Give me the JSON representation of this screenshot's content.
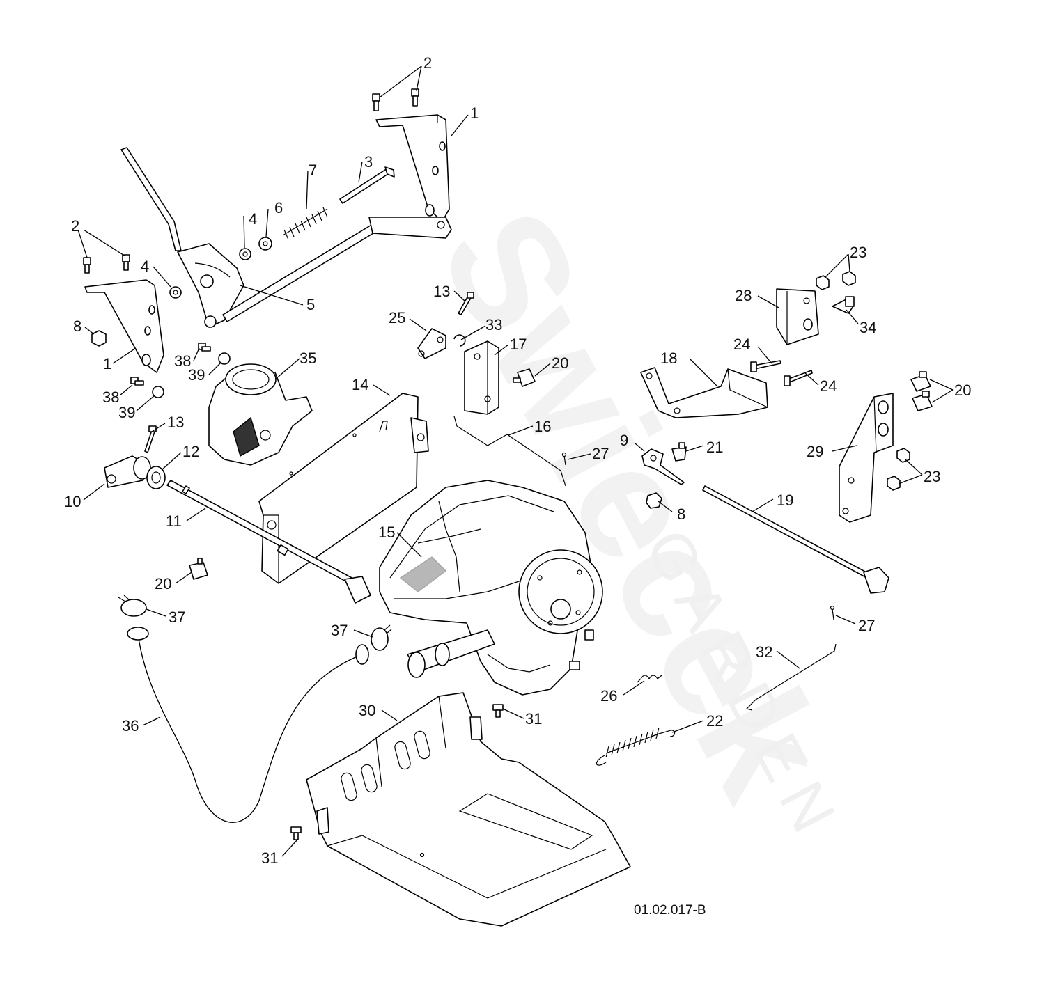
{
  "watermark": {
    "brand": "Swiecek",
    "sub": "GARDEN"
  },
  "drawing_code": "01.02.017-B",
  "callouts": [
    {
      "id": "c2a",
      "label": "2"
    },
    {
      "id": "c1a",
      "label": "1"
    },
    {
      "id": "c3",
      "label": "3"
    },
    {
      "id": "c7",
      "label": "7"
    },
    {
      "id": "c6",
      "label": "6"
    },
    {
      "id": "c4a",
      "label": "4"
    },
    {
      "id": "c2b",
      "label": "2"
    },
    {
      "id": "c4b",
      "label": "4"
    },
    {
      "id": "c5",
      "label": "5"
    },
    {
      "id": "c8a",
      "label": "8"
    },
    {
      "id": "c1b",
      "label": "1"
    },
    {
      "id": "c38a",
      "label": "38"
    },
    {
      "id": "c39a",
      "label": "39"
    },
    {
      "id": "c35",
      "label": "35"
    },
    {
      "id": "c38b",
      "label": "38"
    },
    {
      "id": "c39b",
      "label": "39"
    },
    {
      "id": "c13a",
      "label": "13"
    },
    {
      "id": "c12",
      "label": "12"
    },
    {
      "id": "c10",
      "label": "10"
    },
    {
      "id": "c11",
      "label": "11"
    },
    {
      "id": "c14",
      "label": "14"
    },
    {
      "id": "c13b",
      "label": "13"
    },
    {
      "id": "c25",
      "label": "25"
    },
    {
      "id": "c33",
      "label": "33"
    },
    {
      "id": "c17",
      "label": "17"
    },
    {
      "id": "c20a",
      "label": "20"
    },
    {
      "id": "c16",
      "label": "16"
    },
    {
      "id": "c27a",
      "label": "27"
    },
    {
      "id": "c15",
      "label": "15"
    },
    {
      "id": "c20b",
      "label": "20"
    },
    {
      "id": "c37a",
      "label": "37"
    },
    {
      "id": "c37b",
      "label": "37"
    },
    {
      "id": "c36",
      "label": "36"
    },
    {
      "id": "c30",
      "label": "30"
    },
    {
      "id": "c31a",
      "label": "31"
    },
    {
      "id": "c31b",
      "label": "31"
    },
    {
      "id": "c23a",
      "label": "23"
    },
    {
      "id": "c28",
      "label": "28"
    },
    {
      "id": "c34",
      "label": "34"
    },
    {
      "id": "c24a",
      "label": "24"
    },
    {
      "id": "c18",
      "label": "18"
    },
    {
      "id": "c24b",
      "label": "24"
    },
    {
      "id": "c20c",
      "label": "20"
    },
    {
      "id": "c9",
      "label": "9"
    },
    {
      "id": "c21",
      "label": "21"
    },
    {
      "id": "c29",
      "label": "29"
    },
    {
      "id": "c23b",
      "label": "23"
    },
    {
      "id": "c8b",
      "label": "8"
    },
    {
      "id": "c19",
      "label": "19"
    },
    {
      "id": "c27b",
      "label": "27"
    },
    {
      "id": "c32",
      "label": "32"
    },
    {
      "id": "c26",
      "label": "26"
    },
    {
      "id": "c22",
      "label": "22"
    }
  ]
}
